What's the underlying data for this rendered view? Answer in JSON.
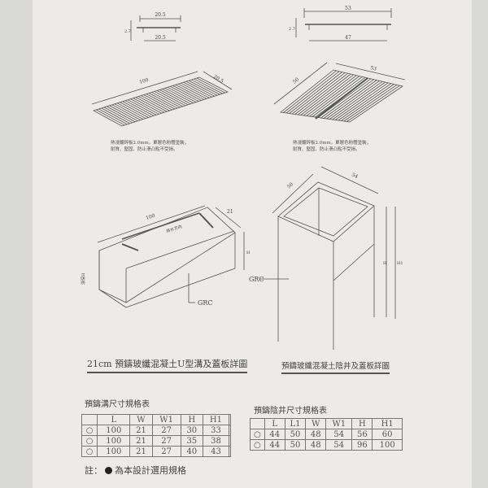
{
  "drawings": {
    "small_cover": {
      "dims": {
        "top": "20.5",
        "bottom": "20.5",
        "thickness": "2.7",
        "length": "100",
        "width": "20.5"
      }
    },
    "large_cover": {
      "dims": {
        "top": "53",
        "bottom": "47",
        "thickness": "2.7",
        "length": "50",
        "width": "53"
      }
    },
    "cover_spec": [
      "熱浸鍍鋅板2.0mm，單層色粉體塗裝，",
      "耐質、堅固、防止滑凸點不受損。"
    ],
    "channel": {
      "dims": {
        "length": "100",
        "width": "21",
        "height": "H",
        "inner": "淨深H",
        "flow": "排水方向"
      },
      "material": "GRC"
    },
    "well": {
      "dims": {
        "length": "50",
        "width": "54",
        "h": "H",
        "h1": "H1"
      },
      "material": "GRC"
    }
  },
  "captions": {
    "channel": "21cm 預鑄玻纖混凝土U型溝及蓋板詳圖",
    "well": "預鑄玻纖混凝土陰井及蓋板詳圖"
  },
  "channel_table": {
    "title": "預鑄溝尺寸規格表",
    "headers": [
      "",
      "L",
      "W",
      "W1",
      "H",
      "H1",
      ""
    ],
    "rows": [
      [
        "○",
        "100",
        "21",
        "27",
        "30",
        "33",
        ""
      ],
      [
        "○",
        "100",
        "21",
        "27",
        "35",
        "38",
        ""
      ],
      [
        "○",
        "100",
        "21",
        "27",
        "40",
        "43",
        ""
      ]
    ]
  },
  "well_table": {
    "title": "預鑄陰井尺寸規格表",
    "headers": [
      "",
      "L",
      "L1",
      "W",
      "W1",
      "H",
      "H1"
    ],
    "rows": [
      [
        "○",
        "44",
        "50",
        "48",
        "54",
        "56",
        "60"
      ],
      [
        "○",
        "44",
        "50",
        "48",
        "54",
        "96",
        "100"
      ]
    ]
  },
  "note": {
    "prefix": "註：",
    "text": "為本設計選用規格"
  }
}
